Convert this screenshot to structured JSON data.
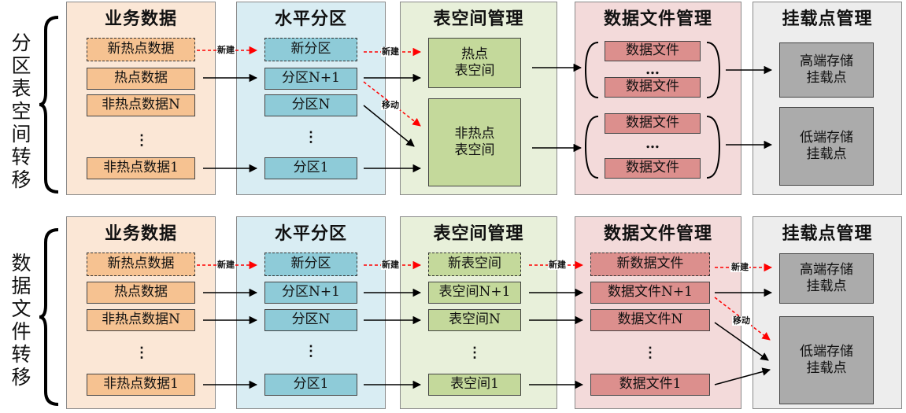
{
  "columns": {
    "business": "业务数据",
    "partition": "水平分区",
    "tablespace": "表空间管理",
    "datafile": "数据文件管理",
    "mount": "挂载点管理"
  },
  "section1": {
    "side_label": "分区表空间转移",
    "business": [
      "新热点数据",
      "热点数据",
      "非热点数据N",
      "⋮",
      "非热点数据1"
    ],
    "partition": [
      "新分区",
      "分区N+1",
      "分区N",
      "⋮",
      "分区1"
    ],
    "tablespace": {
      "hot": "热点\n表空间",
      "cold": "非热点\n表空间"
    },
    "datafile_groups": [
      [
        "数据文件",
        "…",
        "数据文件"
      ],
      [
        "数据文件",
        "…",
        "数据文件"
      ]
    ],
    "mount": {
      "high": "高端存储\n挂载点",
      "low": "低端存储\n挂载点"
    },
    "tags": {
      "new1": "新建",
      "new2": "新建",
      "move": "移动"
    }
  },
  "section2": {
    "side_label": "数据文件转移",
    "business": [
      "新热点数据",
      "热点数据",
      "非热点数据N",
      "⋮",
      "非热点数据1"
    ],
    "partition": [
      "新分区",
      "分区N+1",
      "分区N",
      "⋮",
      "分区1"
    ],
    "tablespace": [
      "新表空间",
      "表空间N+1",
      "表空间N",
      "⋮",
      "表空间1"
    ],
    "datafile": [
      "新数据文件",
      "数据文件N+1",
      "数据文件N",
      "⋮",
      "数据文件1"
    ],
    "mount": {
      "high": "高端存储\n挂载点",
      "low": "低端存储\n挂载点"
    },
    "tags": {
      "new1": "新建",
      "new2": "新建",
      "new3": "新建",
      "new4": "新建",
      "move": "移动"
    }
  },
  "colors": {
    "red_arrow": "#ff0000",
    "black_arrow": "#000000"
  }
}
